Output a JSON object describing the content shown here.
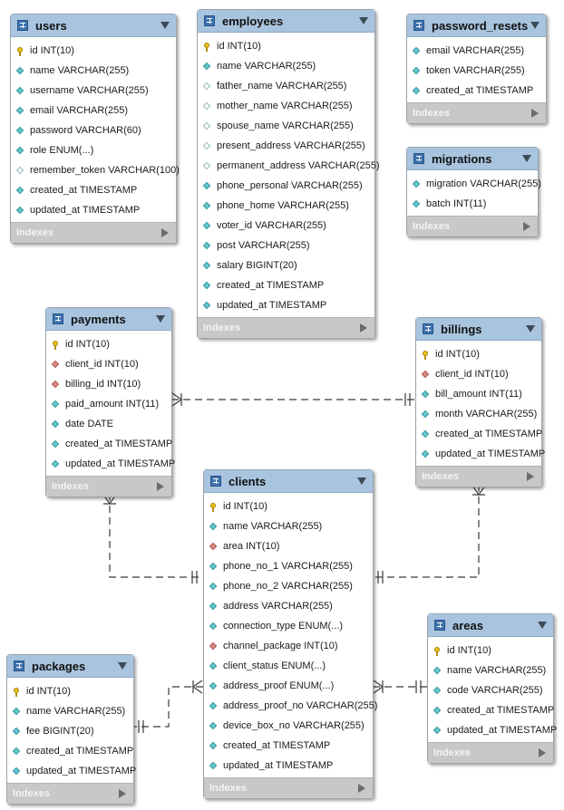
{
  "footer_label": "Indexes",
  "tables": {
    "users": {
      "name": "users",
      "columns": [
        {
          "text": "id INT(10)",
          "kind": "pk"
        },
        {
          "text": "name VARCHAR(255)",
          "kind": "col"
        },
        {
          "text": "username VARCHAR(255)",
          "kind": "col"
        },
        {
          "text": "email VARCHAR(255)",
          "kind": "col"
        },
        {
          "text": "password VARCHAR(60)",
          "kind": "col"
        },
        {
          "text": "role ENUM(...)",
          "kind": "col"
        },
        {
          "text": "remember_token VARCHAR(100)",
          "kind": "null"
        },
        {
          "text": "created_at TIMESTAMP",
          "kind": "col"
        },
        {
          "text": "updated_at TIMESTAMP",
          "kind": "col"
        }
      ]
    },
    "employees": {
      "name": "employees",
      "columns": [
        {
          "text": "id INT(10)",
          "kind": "pk"
        },
        {
          "text": "name VARCHAR(255)",
          "kind": "col"
        },
        {
          "text": "father_name VARCHAR(255)",
          "kind": "null"
        },
        {
          "text": "mother_name VARCHAR(255)",
          "kind": "null"
        },
        {
          "text": "spouse_name VARCHAR(255)",
          "kind": "null"
        },
        {
          "text": "present_address VARCHAR(255)",
          "kind": "null"
        },
        {
          "text": "permanent_address VARCHAR(255)",
          "kind": "null"
        },
        {
          "text": "phone_personal VARCHAR(255)",
          "kind": "col"
        },
        {
          "text": "phone_home VARCHAR(255)",
          "kind": "col"
        },
        {
          "text": "voter_id VARCHAR(255)",
          "kind": "col"
        },
        {
          "text": "post VARCHAR(255)",
          "kind": "col"
        },
        {
          "text": "salary BIGINT(20)",
          "kind": "col"
        },
        {
          "text": "created_at TIMESTAMP",
          "kind": "col"
        },
        {
          "text": "updated_at TIMESTAMP",
          "kind": "col"
        }
      ]
    },
    "password_resets": {
      "name": "password_resets",
      "columns": [
        {
          "text": "email VARCHAR(255)",
          "kind": "col"
        },
        {
          "text": "token VARCHAR(255)",
          "kind": "col"
        },
        {
          "text": "created_at TIMESTAMP",
          "kind": "col"
        }
      ]
    },
    "migrations": {
      "name": "migrations",
      "columns": [
        {
          "text": "migration VARCHAR(255)",
          "kind": "col"
        },
        {
          "text": "batch INT(11)",
          "kind": "col"
        }
      ]
    },
    "payments": {
      "name": "payments",
      "columns": [
        {
          "text": "id INT(10)",
          "kind": "pk"
        },
        {
          "text": "client_id INT(10)",
          "kind": "fk"
        },
        {
          "text": "billing_id INT(10)",
          "kind": "fk"
        },
        {
          "text": "paid_amount INT(11)",
          "kind": "col"
        },
        {
          "text": "date DATE",
          "kind": "col"
        },
        {
          "text": "created_at TIMESTAMP",
          "kind": "col"
        },
        {
          "text": "updated_at TIMESTAMP",
          "kind": "col"
        }
      ]
    },
    "billings": {
      "name": "billings",
      "columns": [
        {
          "text": "id INT(10)",
          "kind": "pk"
        },
        {
          "text": "client_id INT(10)",
          "kind": "fk"
        },
        {
          "text": "bill_amount INT(11)",
          "kind": "col"
        },
        {
          "text": "month VARCHAR(255)",
          "kind": "col"
        },
        {
          "text": "created_at TIMESTAMP",
          "kind": "col"
        },
        {
          "text": "updated_at TIMESTAMP",
          "kind": "col"
        }
      ]
    },
    "clients": {
      "name": "clients",
      "columns": [
        {
          "text": "id INT(10)",
          "kind": "pk"
        },
        {
          "text": "name VARCHAR(255)",
          "kind": "col"
        },
        {
          "text": "area INT(10)",
          "kind": "fk"
        },
        {
          "text": "phone_no_1 VARCHAR(255)",
          "kind": "col"
        },
        {
          "text": "phone_no_2 VARCHAR(255)",
          "kind": "col"
        },
        {
          "text": "address VARCHAR(255)",
          "kind": "col"
        },
        {
          "text": "connection_type ENUM(...)",
          "kind": "col"
        },
        {
          "text": "channel_package INT(10)",
          "kind": "fk"
        },
        {
          "text": "client_status ENUM(...)",
          "kind": "col"
        },
        {
          "text": "address_proof ENUM(...)",
          "kind": "col"
        },
        {
          "text": "address_proof_no VARCHAR(255)",
          "kind": "col"
        },
        {
          "text": "device_box_no VARCHAR(255)",
          "kind": "col"
        },
        {
          "text": "created_at TIMESTAMP",
          "kind": "col"
        },
        {
          "text": "updated_at TIMESTAMP",
          "kind": "col"
        }
      ]
    },
    "packages": {
      "name": "packages",
      "columns": [
        {
          "text": "id INT(10)",
          "kind": "pk"
        },
        {
          "text": "name VARCHAR(255)",
          "kind": "col"
        },
        {
          "text": "fee BIGINT(20)",
          "kind": "col"
        },
        {
          "text": "created_at TIMESTAMP",
          "kind": "col"
        },
        {
          "text": "updated_at TIMESTAMP",
          "kind": "col"
        }
      ]
    },
    "areas": {
      "name": "areas",
      "columns": [
        {
          "text": "id INT(10)",
          "kind": "pk"
        },
        {
          "text": "name VARCHAR(255)",
          "kind": "col"
        },
        {
          "text": "code VARCHAR(255)",
          "kind": "col"
        },
        {
          "text": "created_at TIMESTAMP",
          "kind": "col"
        },
        {
          "text": "updated_at TIMESTAMP",
          "kind": "col"
        }
      ]
    }
  },
  "relationships": [
    {
      "from": "payments",
      "to": "billings",
      "cardinality": "many-to-one"
    },
    {
      "from": "payments",
      "to": "clients",
      "cardinality": "many-to-one"
    },
    {
      "from": "billings",
      "to": "clients",
      "cardinality": "many-to-one"
    },
    {
      "from": "clients",
      "to": "packages",
      "cardinality": "many-to-one"
    },
    {
      "from": "clients",
      "to": "areas",
      "cardinality": "many-to-one"
    }
  ],
  "colors": {
    "header": "#a9c4de",
    "footer": "#c8c8c8",
    "primary_key": "#e8c21a",
    "column": "#64c8cc",
    "foreign_key": "#d98a86",
    "connector": "#3a3a3a"
  }
}
